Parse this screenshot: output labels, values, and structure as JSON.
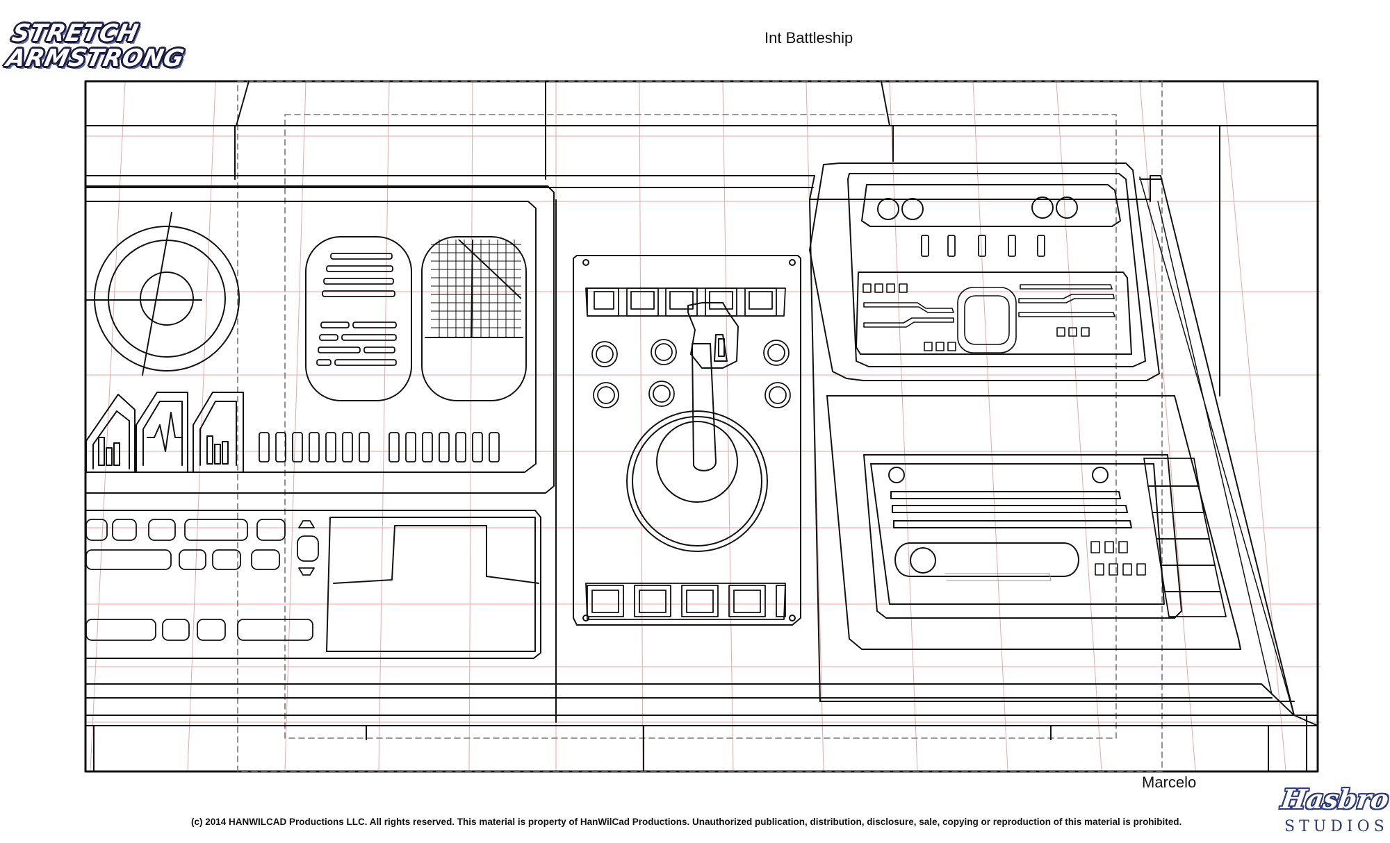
{
  "header": {
    "logo_line1": "STRETCH",
    "logo_line2": "ARMSTRONG",
    "scene_title": "Int Battleship"
  },
  "footer": {
    "artist": "Marcelo",
    "copyright": "(c) 2014 HANWILCAD Productions LLC. All rights reserved. This material is property of HanWilCad Productions. Unauthorized publication, distribution, disclosure, sale, copying or reproduction of this material is prohibited.",
    "studio_logo_line1": "Hasbro",
    "studio_logo_line2": "STUDIOS"
  },
  "colors": {
    "ink": "#111111",
    "guide_red": "#e8a0a0",
    "guide_gray": "#888888",
    "logo_navy": "#1a1d3f",
    "hasbro_blue": "#2c3a7a"
  },
  "drawing": {
    "subject": "battleship control console",
    "icons": [
      "radar-icon",
      "joystick-icon",
      "waveform-icon",
      "bar-graph-icon",
      "grid-screen-icon"
    ]
  }
}
